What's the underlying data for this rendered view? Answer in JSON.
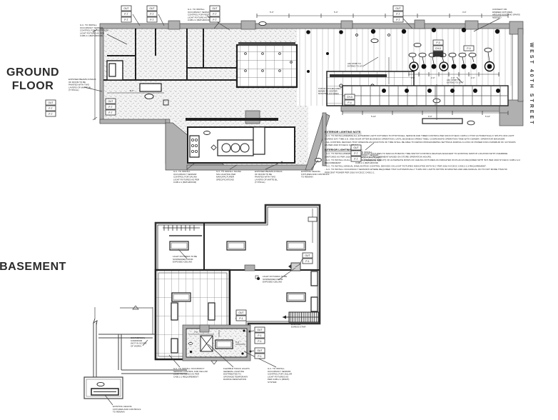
{
  "titles": {
    "ground_floor_line1": "GROUND",
    "ground_floor_line2": "FLOOR",
    "basement": "BASEMENT",
    "street": "WEST 40TH STREET"
  },
  "notes": {
    "exterior_header": "EXTERIOR LIGHTING NOTE:",
    "exterior_lines": [
      "- G.C. TO INSTALL/REWIRE ALL EXTERIOR LIGHT FIXTURES TO PHOTOCELL SENSOR AND TIMER CONTROL PER 2016 NYCECC C405.2.4 THAT AUTOMATICALLY SHUTS OFF LIGHT",
      "DURING DAY TIME (I.E. ONE HOUR AFTER BUSINESS OPERATION, UNTIL BUSINESS OPENS TIME). COORDINATE OPERATION TIME WITH OWNER / OPERATOR MANAGER.",
      "- ALL CONTROL DEVICES THAT OPERATE AS FUNCTION OF TIME SHALL BE ABLE TO RETAIN PROGRAMMING SETTINGS DURING A LOSS OF POWER FOR A MINIMUM OF 10 HOURS",
      "AS PER 2016 NYCECC C405.2.4."
    ],
    "interior_header": "INTERIOR LIGHTING NOTES:",
    "interior_lines": [
      "- G.C. TO INSTALL/REWIRE ALL NEW LIGHT FIXTURES TO MAIN AUTOMATIC TIME SWITCH CONTROL DEVICES ADJACENT TO EXISTING SWITCH LOCATION WITH OVERRIDE",
      "SWITCHES AS PER 2016 NYCECC C405.2.2.2 REQUIREMENT BASED ON STORE OPERATION HOURS.",
      "- G.C. TO INSTALL DUAL SWITCHING (SEPARATE CIRCUIT) OF ALTERNATE ROWS OF CEILING FIXTURES AS INDICATED ON PLAN AS REQUIRED WITH 'B-5' PER 2016 NYCECC C405.2.2.2",
      "REQUIREMENT.",
      "- G.C. TO INSTALL MANUAL DIM/LIGHTING CONTROL DEVICES ON LIGHT FIXTURES INDICATED WITH 'B-C' PER 2016 NYCECC C405.2.2.3 REQUIREMENT.",
      "- G.C. TO INSTALL OCCUPANCY SENSORS WHERE REQUIRED THAT AUTOMATICALLY TURN OFF LIGHTS WITHIN 30 MINUTES AND ARE MANUAL ON TO NOT MORE THAN 50",
      "PERCENT POWER PER 2016 NYCECC C405.2.1."
    ]
  },
  "annotations": {
    "gf_note_tl": {
      "lines": [
        "G.C. TO INSTALL",
        "OCCUPANCY SENSOR",
        "CONTROL FOR RESTROOM",
        "LIGHT FIXTURE AS PER",
        "C405.2.1 (BATHROOM)"
      ]
    },
    "gf_note_tm": {
      "lines": [
        "G.C. TO INSTALL",
        "OCCUPANCY SENSOR",
        "CONTROL FOR RESTROOM",
        "LIGHT FIXTURE AS PER",
        "C405.2.1 (BATHROOM)"
      ]
    },
    "gf_beams_l": {
      "lines": [
        "EXPOSED BEAMS IN BACK",
        "OF ROOM TO BE",
        "PAINTED WITH TWO",
        "LAYERS OF MATTE BL.",
        "(TYPICAL)"
      ]
    },
    "gf_beams_b": {
      "lines": [
        "EXPOSED BEAMS IN BACK",
        "OF ROOM TO BE",
        "PAINTED WITH TWO",
        "LAYERS OF MATTE BL.",
        "(TYPICAL)"
      ]
    },
    "gf_occ_b": {
      "lines": [
        "G.C. TO INSTALL",
        "OCCUPANCY SENSOR",
        "CONTROL FOR SAUNA",
        "LIGHT FIXTURES AS PER",
        "C405.2.1 (BATHROOM)"
      ]
    },
    "gf_sauna": {
      "lines": [
        "G.C. TO INSTALL SAUNA",
        "SIG LIGHTING PER",
        "MANUFACTURER",
        "SPECIFICATIONS"
      ]
    },
    "gf_exist": {
      "lines": [
        "EXISTING CEILING",
        "FIXTURES AND CONTROLS",
        "TO REMAIN"
      ]
    },
    "gf_kitchen": {
      "lines": [
        "TOP OF KITCHEN AREA",
        "BEAMS TO CENTER",
        "MOUNTED FIXTURES"
      ]
    },
    "gf_occ_bar": {
      "lines": [
        "G.C. TO INSTALL",
        "OCCUPANCY SENSOR",
        "CONTROL FOR KITCHEN",
        "LIGHT FIXTURES AS PER",
        "C405.2.1 (BATHROOM)"
      ]
    },
    "gf_adj": {
      "lines": [
        "ADJ STRIP TO",
        "EXTEND TO 10'-0\""
      ]
    },
    "gf_conn_tr": {
      "lines": [
        "CONNECT OR",
        "DIMMED FIXTURES",
        "AROUND EXISTING SPKRS",
        "NEEDED"
      ]
    },
    "b_susp": {
      "lines": [
        "LIGHT FIXTURES TO BE",
        "SUSPENDED FROM",
        "EXPOSED CEILING"
      ]
    },
    "b_corr": {
      "lines": [
        "COMMERCIAL",
        "CORRIDOR",
        "(NOT IN SCOPE",
        "OF WORK)"
      ]
    },
    "b_flex": {
      "lines": [
        "FLEXIBLE TRACK LIGHTS",
        "GENERAL LIGHTING",
        "DISTRIBUTED TO",
        "UPGRADE TEMPORARY",
        "DURING RENOVATION"
      ]
    },
    "b_occ1": {
      "lines": [
        "G.C. TO INSTALL OCCUPANCY",
        "SENSOR CONTROL FOR CELLAR",
        "LIGHT FIXTURES AS PER",
        "C405.2.1 REQUIREMENT"
      ]
    },
    "b_occ2": {
      "lines": [
        "G.C. TO INSTALL",
        "OCCUPANCY SENSOR",
        "CONTROL FOR CELLAR",
        "LIGHT FIXTURES AS",
        "PER C405.2.1 (BSMT)",
        "SYSTEM"
      ]
    },
    "b_alarm": {
      "lines": [
        "EXISTING CEILING",
        "FIXTURES AND CONTROLS",
        "TO REMAIN"
      ]
    },
    "b_stair": {
      "lines": [
        "EXISTING",
        "EGRESS STAIR"
      ]
    },
    "d20": {
      "lines": [
        "2'-0\""
      ]
    },
    "d50": {
      "lines": [
        "5'-0\""
      ]
    },
    "d36": {
      "lines": [
        "3'-6\""
      ]
    },
    "d90": {
      "lines": [
        "9'-0\""
      ]
    },
    "d510": {
      "lines": [
        "5'-10\""
      ]
    },
    "d80": {
      "lines": [
        "8'-0\""
      ]
    },
    "d40": {
      "lines": [
        "4'-0\""
      ]
    },
    "d70": {
      "lines": [
        "7'-0\""
      ]
    }
  },
  "fixture_tags": {
    "a3": [
      "OUT",
      "P-T",
      "P-T"
    ],
    "a2": [
      "OUT",
      "P-T"
    ],
    "p": [
      "P-0",
      "CH-0",
      "#"
    ],
    "s1": [
      "P-0"
    ],
    "b3": [
      "OUT",
      "P-1",
      "P-1"
    ],
    "b2": [
      "OUT",
      "P-1"
    ],
    "k2": [
      "CH-5",
      "P-4"
    ]
  },
  "colors": {
    "wall_gray": "#b0b0b0",
    "line": "#333333",
    "title": "#2b2b2b"
  }
}
